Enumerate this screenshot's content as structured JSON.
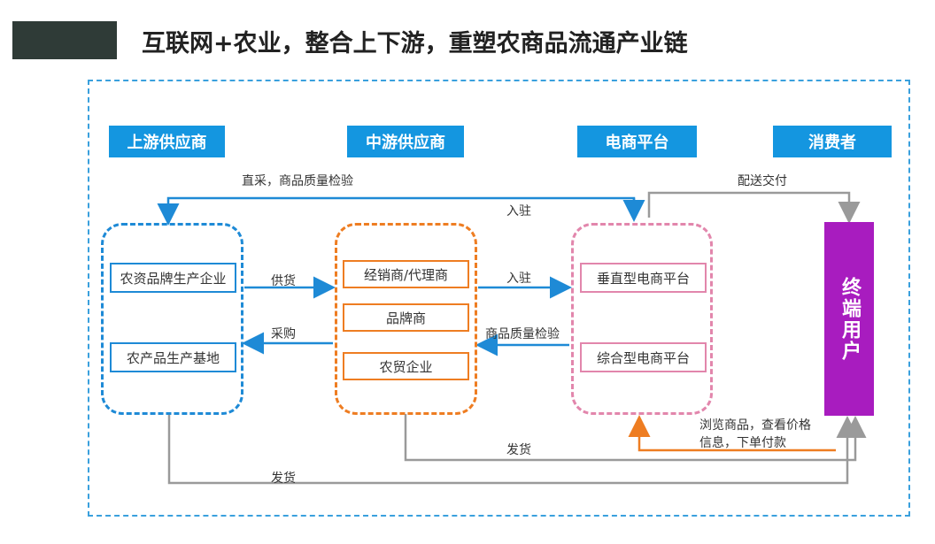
{
  "title": "互联网+农业，整合上下游，重塑农商品流通产业链",
  "headers": {
    "upstream": "上游供应商",
    "midstream": "中游供应商",
    "ecommerce": "电商平台",
    "consumer": "消费者"
  },
  "upstream_boxes": [
    "农资品牌生产企业",
    "农产品生产基地"
  ],
  "midstream_boxes": [
    "经销商/代理商",
    "品牌商",
    "农贸企业"
  ],
  "platform_boxes": [
    "垂直型电商平台",
    "综合型电商平台"
  ],
  "terminal": "终端用户",
  "labels": {
    "direct_purchase": "直采，商品质量检验",
    "settle_in_top": "入驻",
    "delivery_top": "配送交付",
    "supply": "供货",
    "settle_in_mid": "入驻",
    "procure": "采购",
    "quality_check": "商品质量检验",
    "browse": "浏览商品，查看价格",
    "browse2": "信息，下单付款",
    "ship_mid": "发货",
    "ship_bottom": "发货"
  },
  "colors": {
    "accent_blue": "#1496e0",
    "upstream_border": "#1e8ad6",
    "midstream_border": "#ee7d22",
    "platform_border": "#e286ac",
    "terminal": "#a81cbf",
    "gray_line": "#9a9a9a"
  }
}
